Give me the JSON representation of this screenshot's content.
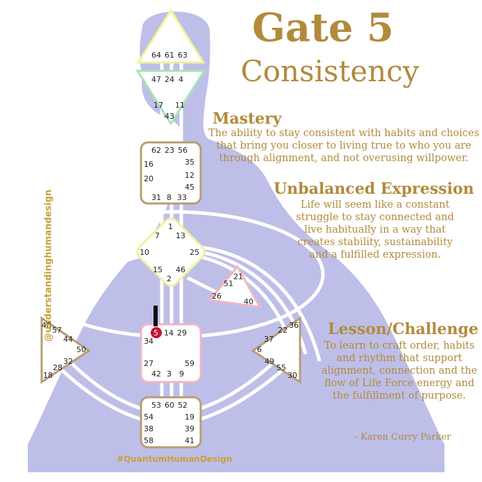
{
  "title": "Gate 5",
  "subtitle": "Consistency",
  "sections": [
    {
      "heading": "Mastery",
      "text": "The ability to stay consistent with habits and choices that bring you closer to living true to who you are through alignment, and not overusing willpower."
    },
    {
      "heading": "Unbalanced Expression",
      "text": "Life will seem like a constant struggle to stay connected and live habitually in a way that creates stability, sustainability and a fulfilled expression."
    },
    {
      "heading": "Lesson/Challenge",
      "text": "To learn to craft order, habits and rhythm that support alignment, connection and the flow of Life Force energy and the fulfillment of purpose."
    }
  ],
  "author": "- Karen Curry Parker",
  "tag_left": "@understandinghumandesign",
  "tag_bottom": "#QuantumHumanDesign",
  "colors": {
    "text_gold": "#b28a3c",
    "body_silhouette": "#bdbfe8",
    "channel": "#ffffff",
    "head_center": "#f2f19b",
    "ajna_center": "#a6e3b4",
    "yellow_center": "#f2f19b",
    "tan_center": "#b89c72",
    "pink_center": "#f3b5c4",
    "highlight": "#c8102e"
  },
  "highlight_gate": "5",
  "centers": {
    "head": {
      "gates": [
        "64",
        "61",
        "63"
      ]
    },
    "ajna": {
      "gates": [
        "47",
        "24",
        "4",
        "17",
        "11",
        "43"
      ]
    },
    "throat": {
      "gates": [
        "62",
        "23",
        "56",
        "16",
        "35",
        "20",
        "12",
        "45",
        "31",
        "8",
        "33"
      ]
    },
    "g": {
      "gates": [
        "1",
        "7",
        "13",
        "10",
        "25",
        "15",
        "46",
        "2"
      ]
    },
    "heart": {
      "gates": [
        "21",
        "51",
        "26",
        "40"
      ]
    },
    "sacral": {
      "gates": [
        "5",
        "14",
        "29",
        "34",
        "27",
        "59",
        "42",
        "3",
        "9"
      ]
    },
    "spleen": {
      "gates": [
        "48",
        "57",
        "44",
        "50",
        "32",
        "28",
        "18"
      ]
    },
    "solar": {
      "gates": [
        "36",
        "22",
        "37",
        "6",
        "49",
        "55",
        "30"
      ]
    },
    "root": {
      "gates": [
        "53",
        "60",
        "52",
        "54",
        "19",
        "38",
        "39",
        "58",
        "41"
      ]
    }
  }
}
